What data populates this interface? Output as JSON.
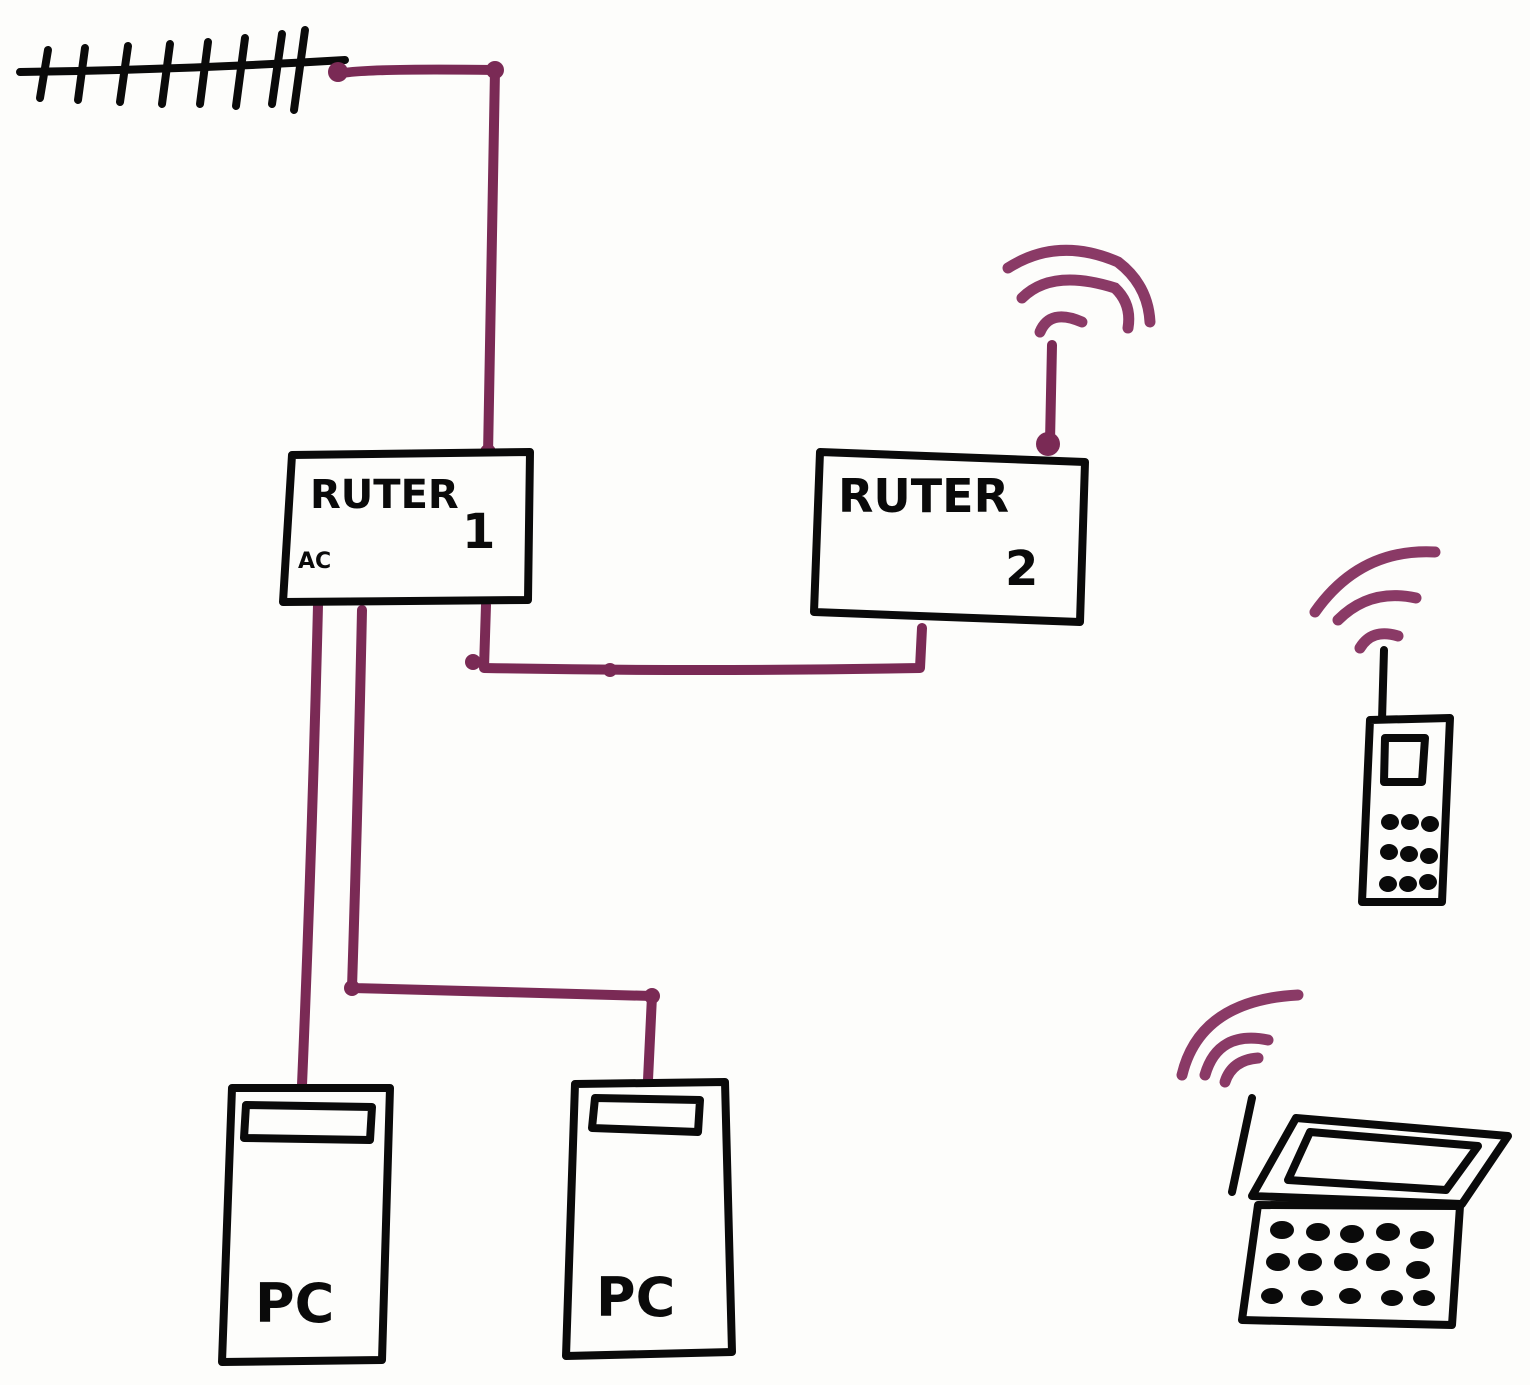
{
  "diagram": {
    "ink_color": "#0a0a0a",
    "wire_color": "#7a2a55",
    "background": "#fdfdfb",
    "nodes": [
      {
        "id": "antenna",
        "icon": "yagi-antenna-icon"
      },
      {
        "id": "router1",
        "label": "RUTER",
        "number": "1",
        "note": "AC"
      },
      {
        "id": "router2",
        "label": "RUTER",
        "number": "2",
        "icon": "wifi-signal-icon"
      },
      {
        "id": "pc1",
        "label": "PC"
      },
      {
        "id": "pc2",
        "label": "PC"
      },
      {
        "id": "phone",
        "icon": "mobile-phone-icon"
      },
      {
        "id": "laptop",
        "icon": "laptop-icon"
      }
    ],
    "links": [
      {
        "from": "antenna",
        "to": "router1",
        "type": "wired"
      },
      {
        "from": "router1",
        "to": "router2",
        "type": "wired"
      },
      {
        "from": "router1",
        "to": "pc1",
        "type": "wired"
      },
      {
        "from": "router1",
        "to": "pc2",
        "type": "wired"
      },
      {
        "from": "router2",
        "to": "phone",
        "type": "wireless"
      },
      {
        "from": "router2",
        "to": "laptop",
        "type": "wireless"
      }
    ]
  }
}
